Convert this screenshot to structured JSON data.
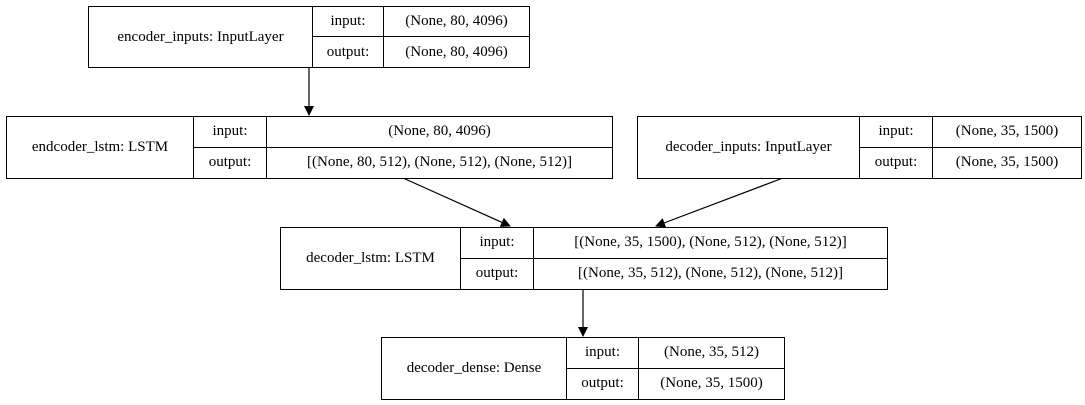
{
  "nodes": {
    "encoder_inputs": {
      "name": "encoder_inputs: InputLayer",
      "input_label": "input:",
      "input_shape": "(None, 80, 4096)",
      "output_label": "output:",
      "output_shape": "(None, 80, 4096)"
    },
    "encoder_lstm": {
      "name": "endcoder_lstm: LSTM",
      "input_label": "input:",
      "input_shape": "(None, 80, 4096)",
      "output_label": "output:",
      "output_shape": "[(None, 80, 512), (None, 512), (None, 512)]"
    },
    "decoder_inputs": {
      "name": "decoder_inputs: InputLayer",
      "input_label": "input:",
      "input_shape": "(None, 35, 1500)",
      "output_label": "output:",
      "output_shape": "(None, 35, 1500)"
    },
    "decoder_lstm": {
      "name": "decoder_lstm: LSTM",
      "input_label": "input:",
      "input_shape": "[(None, 35, 1500), (None, 512), (None, 512)]",
      "output_label": "output:",
      "output_shape": "[(None, 35, 512), (None, 512), (None, 512)]"
    },
    "decoder_dense": {
      "name": "decoder_dense: Dense",
      "input_label": "input:",
      "input_shape": "(None, 35, 512)",
      "output_label": "output:",
      "output_shape": "(None, 35, 1500)"
    }
  },
  "edges": [
    {
      "from": "encoder_inputs",
      "to": "encoder_lstm"
    },
    {
      "from": "encoder_lstm",
      "to": "decoder_lstm"
    },
    {
      "from": "decoder_inputs",
      "to": "decoder_lstm"
    },
    {
      "from": "decoder_lstm",
      "to": "decoder_dense"
    }
  ]
}
